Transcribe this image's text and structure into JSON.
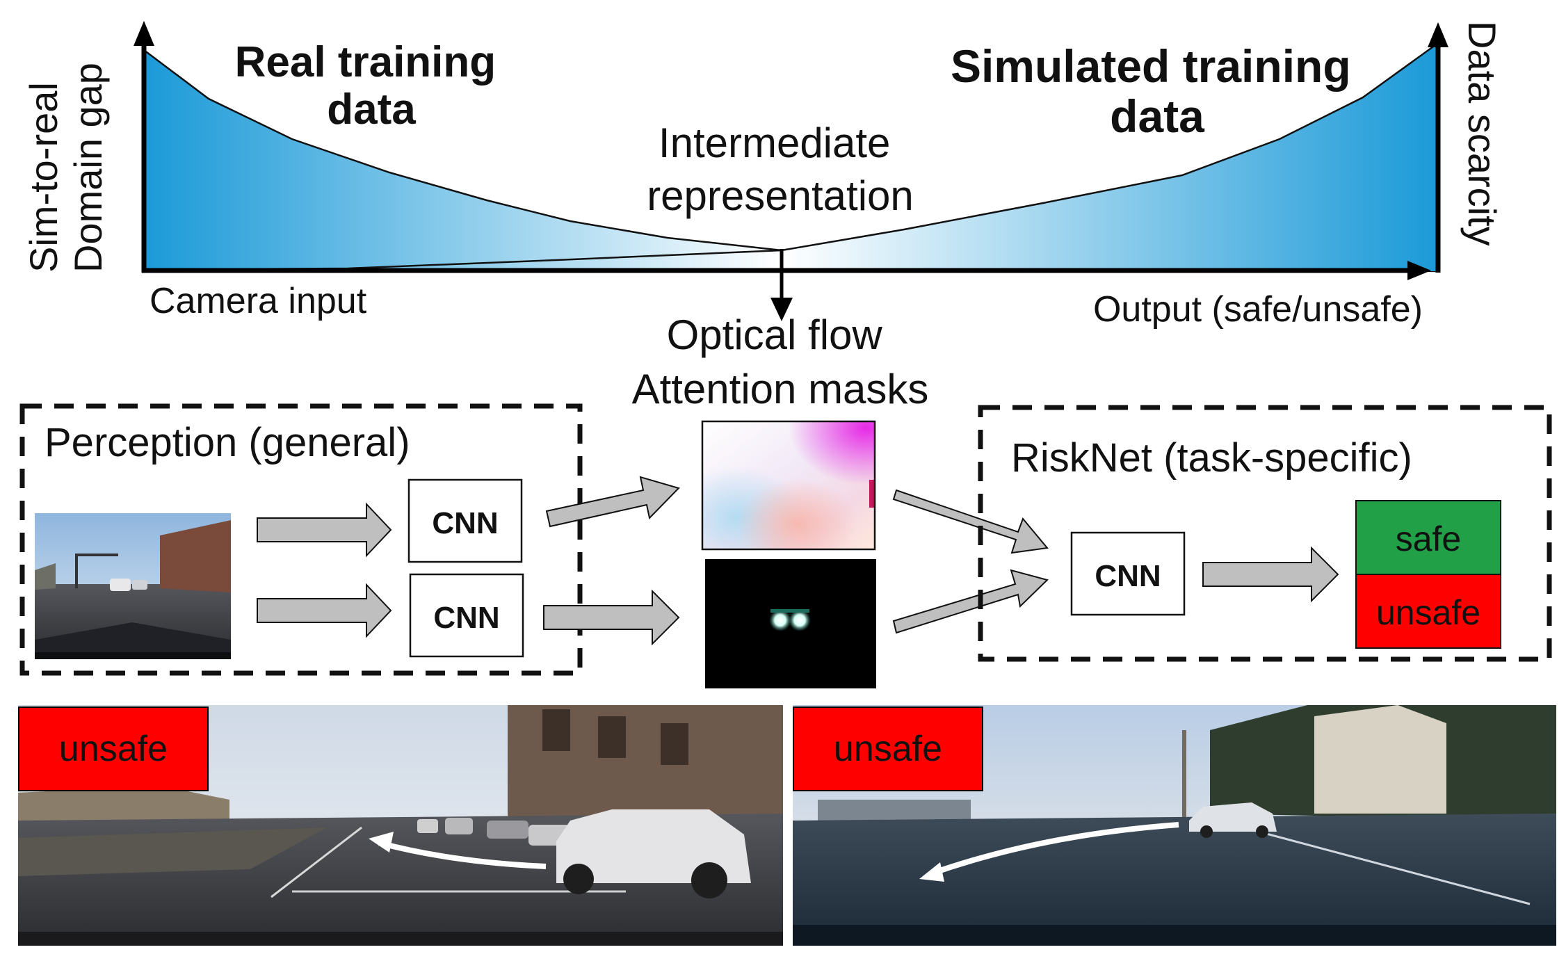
{
  "top": {
    "y_axis_left": [
      "Sim-to-real",
      "Domain gap"
    ],
    "y_axis_right": "Data scarcity",
    "real_data_label": [
      "Real training",
      "data"
    ],
    "sim_data_label": [
      "Simulated training",
      "data"
    ],
    "intermediate_label": [
      "Intermediate",
      "representation"
    ],
    "x_left": "Camera input",
    "x_right": "Output (safe/unsafe)"
  },
  "representations": [
    "Optical flow",
    "Attention masks"
  ],
  "perception": {
    "title": "Perception (general)",
    "cnn1": "CNN",
    "cnn2": "CNN"
  },
  "risknet": {
    "title": "RiskNet (task-specific)",
    "cnn": "CNN",
    "safe": "safe",
    "unsafe": "unsafe"
  },
  "examples": [
    {
      "label": "unsafe"
    },
    {
      "label": "unsafe"
    }
  ],
  "colors": {
    "gradient_dark": "#1b9ad8",
    "gradient_light": "#ffffff",
    "safe": "#21a048",
    "unsafe": "#ff0000",
    "arrow_fill": "#bfbfbf"
  }
}
